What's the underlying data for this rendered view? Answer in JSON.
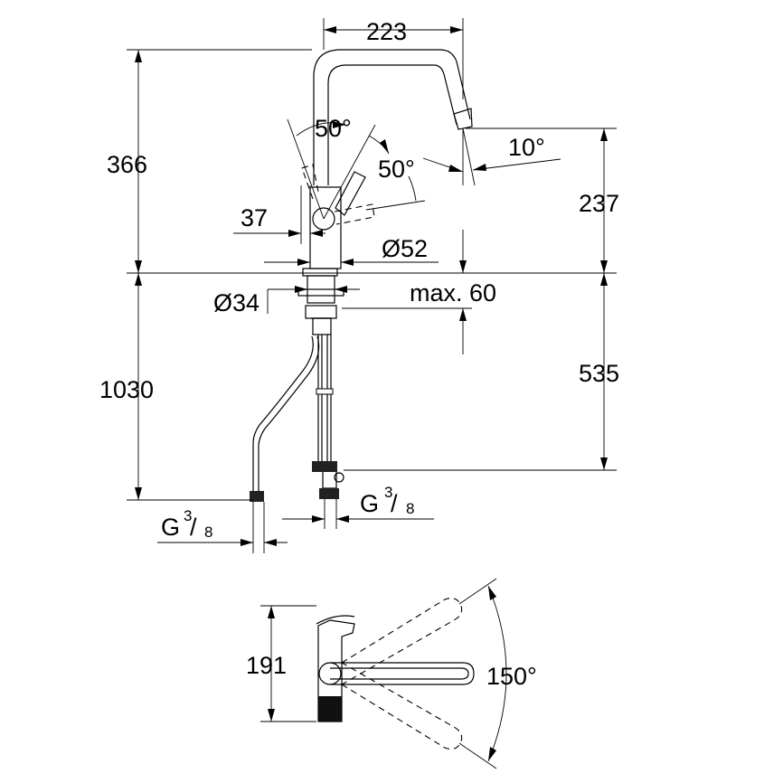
{
  "dimensions": {
    "spout_reach": "223",
    "height_above_deck": "366",
    "lever_angle_top": "50°",
    "lever_angle_side": "50°",
    "spray_angle": "10°",
    "spout_outlet_height": "237",
    "lever_offset": "37",
    "body_diameter": "Ø52",
    "mount_diameter": "Ø34",
    "max_deck_thickness": "max. 60",
    "hose_length": "1030",
    "supply_length": "535",
    "swivel_angle": "150°",
    "plan_depth": "191"
  },
  "connections": {
    "left": {
      "letter": "G",
      "num": "3",
      "den": "8"
    },
    "right": {
      "letter": "G",
      "num": "3",
      "den": "8"
    }
  }
}
